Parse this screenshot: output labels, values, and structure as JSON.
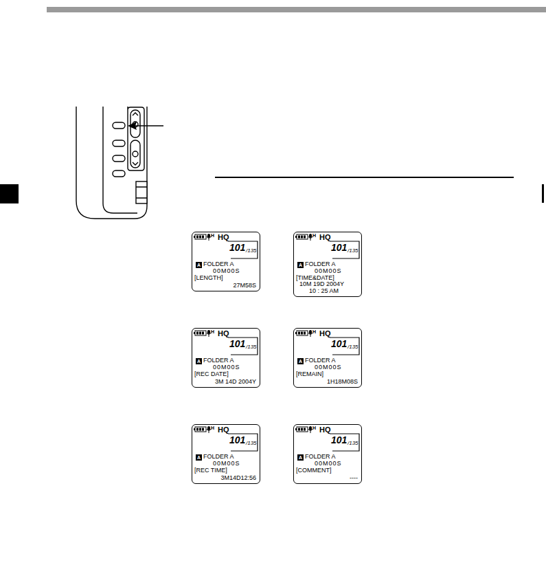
{
  "diagram": {
    "nodes": [
      {
        "text": [
          "H",
          "HQ",
          "101",
          "/135",
          "A",
          "FOLDER A",
          "00M00S",
          "[LENGTH]",
          "27M58S"
        ]
      },
      {
        "text": [
          "H",
          "HQ",
          "101",
          "/135",
          "A",
          "FOLDER A",
          "00M00S",
          "[TIME&DATE]",
          "10M 19D 2004Y",
          "10 : 25 AM"
        ]
      },
      {
        "text": [
          "H",
          "HQ",
          "101",
          "/135",
          "A",
          "FOLDER A",
          "00M00S",
          "[REC DATE]",
          "3M 14D 2004Y"
        ]
      },
      {
        "text": [
          "H",
          "HQ",
          "101",
          "/135",
          "A",
          "FOLDER A",
          "00M00S",
          "[REMAIN]",
          "1H18M08S"
        ]
      },
      {
        "text": [
          "H",
          "HQ",
          "101",
          "/135",
          "A",
          "FOLDER A",
          "00M00S",
          "[REC TIME]",
          "3M14D12:56"
        ]
      },
      {
        "text": [
          "H",
          "HQ",
          "101",
          "/135",
          "A",
          "FOLDER A",
          "00M00S",
          "[COMMENT]",
          "----"
        ]
      }
    ]
  }
}
